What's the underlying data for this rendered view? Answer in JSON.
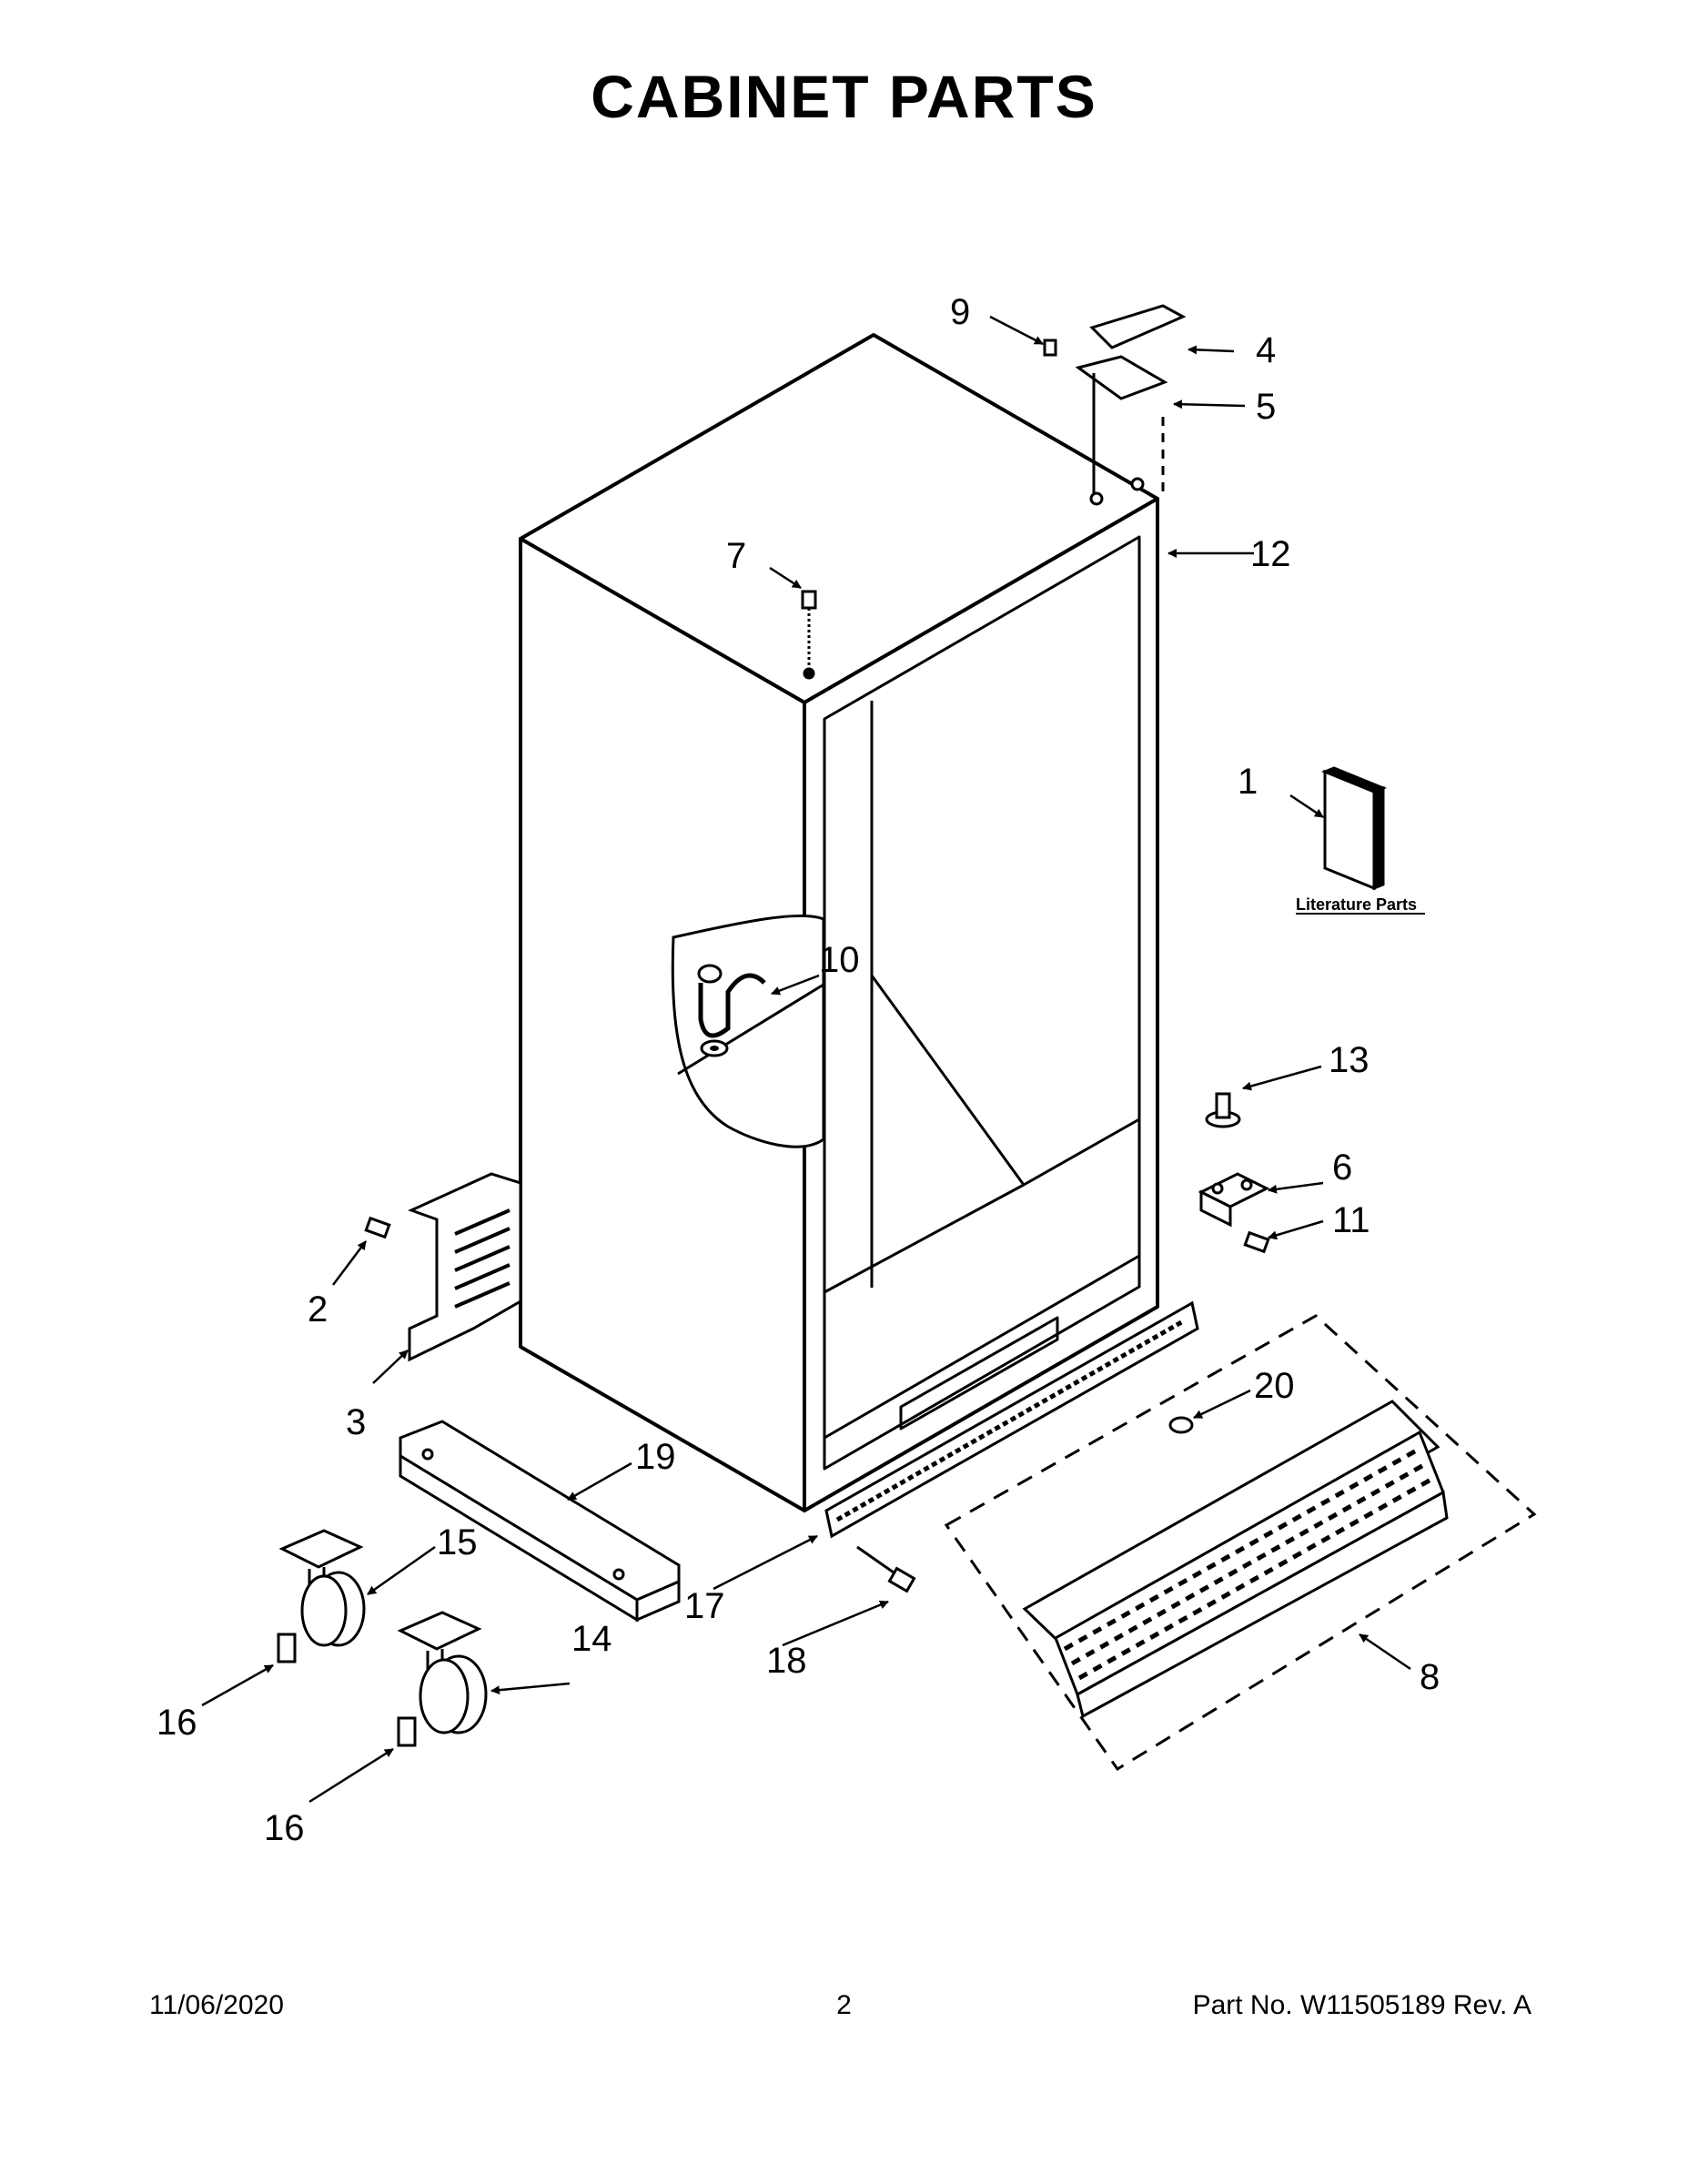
{
  "page": {
    "title": "CABINET PARTS",
    "footer": {
      "date": "11/06/2020",
      "page_number": "2",
      "part_number": "Part No.  W11505189  Rev.  A"
    }
  },
  "diagram": {
    "literature_label": "Literature Parts",
    "callouts": [
      "1",
      "2",
      "3",
      "4",
      "5",
      "6",
      "7",
      "8",
      "9",
      "10",
      "11",
      "12",
      "13",
      "14",
      "15",
      "16",
      "16",
      "17",
      "18",
      "19",
      "20"
    ]
  }
}
